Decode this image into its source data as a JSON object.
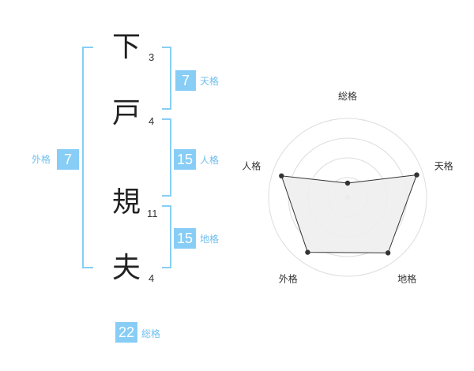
{
  "name": {
    "chars": [
      {
        "char": "下",
        "strokes": "3"
      },
      {
        "char": "戸",
        "strokes": "4"
      },
      {
        "char": "規",
        "strokes": "11"
      },
      {
        "char": "夫",
        "strokes": "4"
      }
    ]
  },
  "fortune": {
    "tenkaku": {
      "value": "7",
      "label": "天格"
    },
    "jinkaku": {
      "value": "15",
      "label": "人格"
    },
    "chikaku": {
      "value": "15",
      "label": "地格"
    },
    "gaikaku": {
      "value": "7",
      "label": "外格"
    },
    "soukaku": {
      "value": "22",
      "label": "総格"
    }
  },
  "chart_data": {
    "type": "radar",
    "axes": [
      "総格",
      "天格",
      "地格",
      "外格",
      "人格"
    ],
    "values": [
      0.18,
      0.92,
      0.87,
      0.86,
      0.88
    ],
    "range": [
      0,
      1
    ],
    "rings": 4,
    "colors": {
      "fill": "#eeeeee",
      "line": "#333333",
      "grid": "#dddddd"
    }
  }
}
